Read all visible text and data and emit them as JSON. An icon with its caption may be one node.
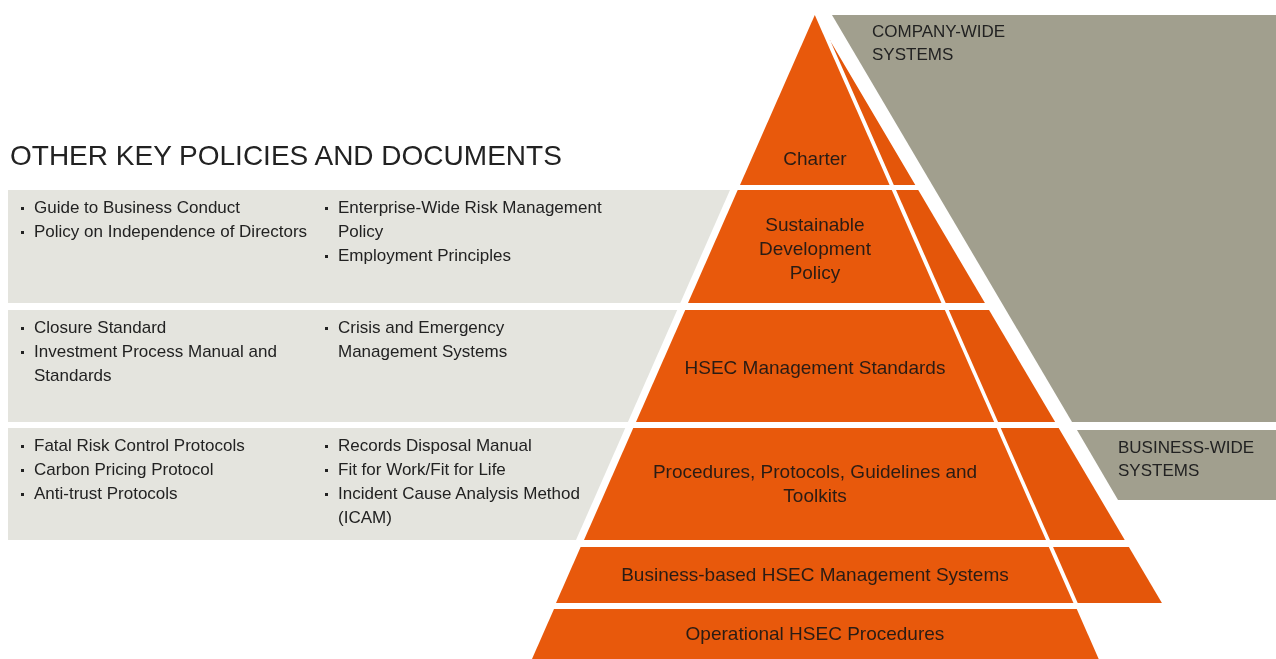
{
  "diagram": {
    "title": "OTHER KEY POLICIES AND DOCUMENTS",
    "nodes": [
      {
        "text": [
          "COMPANY-WIDE SYSTEMS"
        ]
      },
      {
        "text": [
          "Charter"
        ]
      },
      {
        "text": [
          "Guide to Business Conduct",
          "Policy on Independence of Directors",
          "Enterprise-Wide Risk Management Policy",
          "Employment Principles"
        ]
      },
      {
        "text": [
          "Sustainable Development Policy"
        ]
      },
      {
        "text": [
          "Closure Standard",
          "Investment Process Manual and Standards",
          "Crisis and Emergency Management Systems"
        ]
      },
      {
        "text": [
          "HSEC Management Standards"
        ]
      },
      {
        "text": [
          "Fatal Risk Control Protocols",
          "Carbon Pricing Protocol",
          "Anti-trust Protocols",
          "Records Disposal Manual",
          "Fit for Work/Fit for Life",
          "Incident Cause Analysis Method (ICAM)"
        ]
      },
      {
        "text": [
          "Procedures, Protocols, Guidelines and Toolkits"
        ]
      },
      {
        "text": [
          "BUSINESS-WIDE SYSTEMS"
        ]
      },
      {
        "text": [
          "Business-based HSEC Management Systems"
        ]
      },
      {
        "text": [
          "Operational HSEC Procedures"
        ]
      }
    ],
    "edges": []
  }
}
